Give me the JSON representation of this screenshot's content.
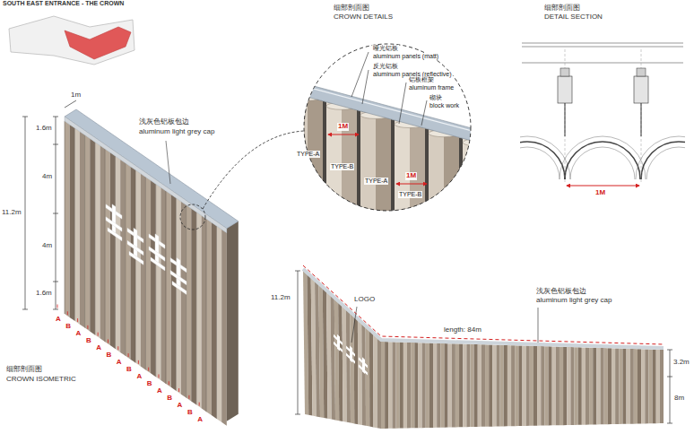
{
  "diagram": {
    "title": "SOUTH EAST ENTRANCE - THE CROWN",
    "labels": [
      "细部剖面图",
      "CROWN DETAILS",
      "细部剖面图",
      "DETAIL SECTION",
      "1m",
      "1.6m",
      "4m",
      "11.2m",
      "4m",
      "1.6m",
      "浅灰色铝板包边",
      "aluminum light grey cap",
      "A",
      "B",
      "A",
      "B",
      "A",
      "B",
      "A",
      "B",
      "A",
      "B",
      "A",
      "B",
      "A",
      "B",
      "A",
      "细部剖面图",
      "CROWN ISOMETRIC",
      "哑光铝板",
      "aluminum panels (matt)",
      "反光铝板",
      "aluminum panels (reflective)",
      "铝板框架",
      "aluminum frame",
      "砌块",
      "block work",
      "1M",
      "1M",
      "TYPE-A",
      "TYPE-B",
      "TYPE-A",
      "TYPE-B",
      "1M",
      "11.2m",
      "LOGO",
      "浅灰色铝板包边",
      "aluminum light grey cap",
      "length: 84m",
      "3.2m",
      "8m"
    ]
  }
}
